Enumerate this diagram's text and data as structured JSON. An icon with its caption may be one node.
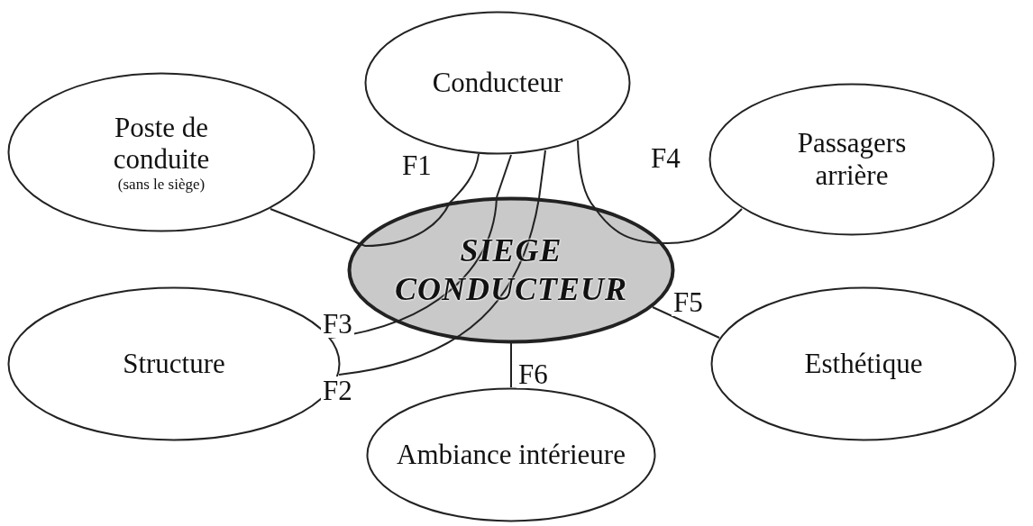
{
  "diagram": {
    "nodes": [
      {
        "text": [
          "Conducteur"
        ]
      },
      {
        "text": [
          "Poste de conduite",
          "(sans le siège)"
        ]
      },
      {
        "text": [
          "Passagers arrière"
        ]
      },
      {
        "text": [
          "SIEGE CONDUCTEUR"
        ]
      },
      {
        "text": [
          "Structure"
        ]
      },
      {
        "text": [
          "Esthétique"
        ]
      },
      {
        "text": [
          "Ambiance intérieure"
        ]
      }
    ],
    "edges": [
      {
        "from": 0,
        "to": 3,
        "arrow": "none",
        "label": "F1"
      },
      {
        "from": 3,
        "to": 1,
        "arrow": "none"
      },
      {
        "from": 0,
        "to": 3,
        "arrow": "none"
      },
      {
        "from": 3,
        "to": 4,
        "arrow": "none",
        "label": "F3"
      },
      {
        "from": 0,
        "to": 3,
        "arrow": "none"
      },
      {
        "from": 3,
        "to": 4,
        "arrow": "none",
        "label": "F2"
      },
      {
        "from": 0,
        "to": 3,
        "arrow": "none"
      },
      {
        "from": 3,
        "to": 2,
        "arrow": "none",
        "label": "F4"
      },
      {
        "from": 3,
        "to": 5,
        "arrow": "none",
        "label": "F5"
      },
      {
        "from": 3,
        "to": 6,
        "arrow": "none",
        "label": "F6"
      }
    ]
  }
}
